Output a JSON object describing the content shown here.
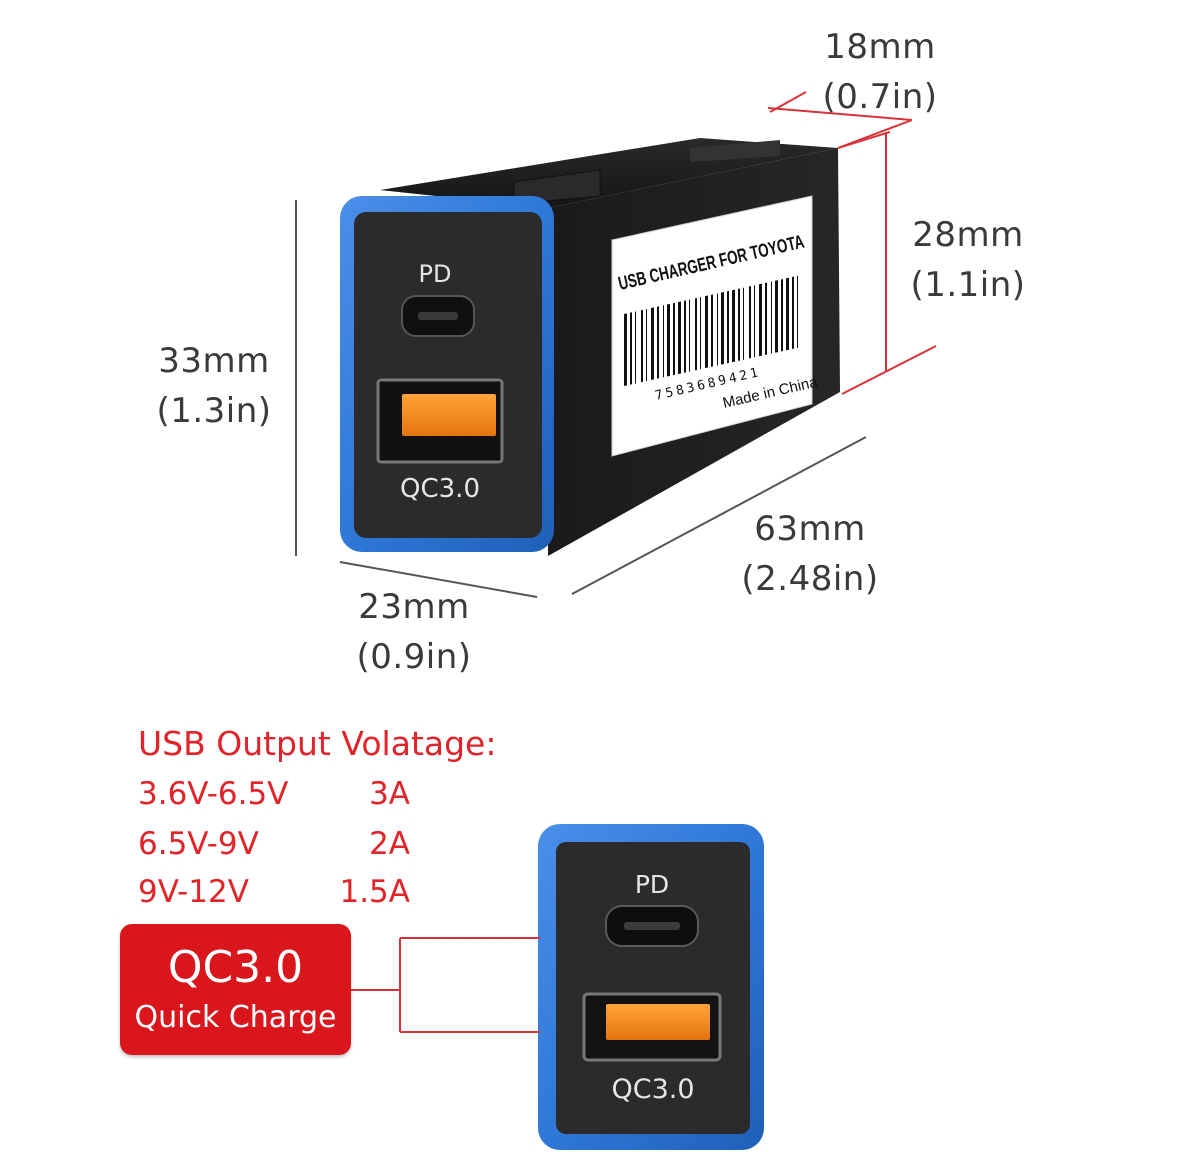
{
  "dimensions": {
    "depth": {
      "mm": "18mm",
      "in": "(0.7in)"
    },
    "width_side": {
      "mm": "28mm",
      "in": "(1.1in)"
    },
    "height": {
      "mm": "33mm",
      "in": "(1.3in)"
    },
    "length": {
      "mm": "63mm",
      "in": "(2.48in)"
    },
    "width_front": {
      "mm": "23mm",
      "in": "(0.9in)"
    }
  },
  "product_label": {
    "title": "USB CHARGER FOR TOYOTA",
    "barcode_number": "7583689421",
    "origin": "Made in China"
  },
  "ports": {
    "top": "PD",
    "bottom": "QC3.0"
  },
  "specs": {
    "title": "USB Output Volatage:",
    "rows": [
      {
        "voltage": "3.6V-6.5V",
        "current": "3A"
      },
      {
        "voltage": "6.5V-9V",
        "current": "2A"
      },
      {
        "voltage": "9V-12V",
        "current": "1.5A"
      }
    ]
  },
  "badge": {
    "line1": "QC3.0",
    "line2": "Quick Charge"
  },
  "colors": {
    "accent_blue": "#2f78d8",
    "usb_orange": "#f08a1c",
    "spec_red": "#e0242a",
    "dimension_line_red": "#d8333a"
  }
}
